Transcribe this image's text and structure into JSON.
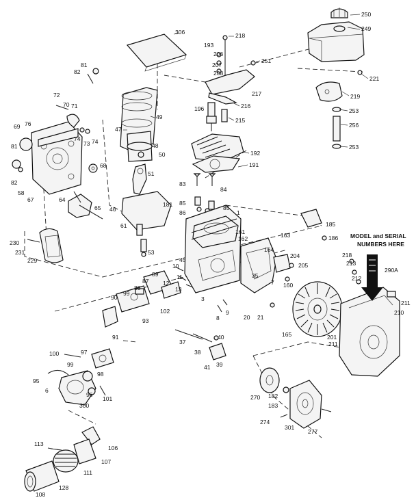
{
  "note": {
    "line1": "MODEL and SERIAL",
    "line2": "NUMBERS HERE"
  },
  "labels": {
    "l250": "250",
    "l249": "249",
    "l306": "306",
    "l218a": "218",
    "l193": "193",
    "l206a": "206",
    "l207": "207",
    "l208": "208",
    "l251": "251",
    "l221": "221",
    "l217": "217",
    "l219": "219",
    "l216": "216",
    "l196": "196",
    "l215": "215",
    "l253a": "253",
    "l256": "256",
    "l253b": "253",
    "l81a": "81",
    "l82a": "82",
    "l72": "72",
    "l70": "70",
    "l71": "71",
    "l49": "49",
    "l47": "47",
    "l73": "73",
    "l74a": "74",
    "l74b": "74",
    "l69": "69",
    "l76": "76",
    "l81b": "81",
    "l82b": "82",
    "l58": "58",
    "l67": "67",
    "l48": "48",
    "l50": "50",
    "l192": "192",
    "l191": "191",
    "l68": "68",
    "l51": "51",
    "l83": "83",
    "l84": "84",
    "l64": "64",
    "l65": "65",
    "l46": "46",
    "l181": "181",
    "l85a": "85",
    "l85b": "85",
    "l86": "86",
    "l1": "1",
    "l185": "185",
    "l186": "186",
    "l61": "61",
    "l161": "161",
    "l162": "162",
    "l163": "163",
    "l230": "230",
    "l231": "231",
    "l229": "229",
    "l53": "53",
    "l45": "45",
    "l164": "164",
    "l204": "204",
    "l205": "205",
    "l218b": "218",
    "l213": "213",
    "l290A": "290A",
    "l10": "10",
    "l11": "11",
    "l89": "89",
    "l12": "12",
    "l87": "87",
    "l88": "88",
    "l13": "13",
    "l99": "99",
    "l90": "90",
    "l35": "35",
    "l7": "7",
    "l160": "160",
    "l212": "212",
    "l211": "211",
    "l210": "210",
    "l102": "102",
    "l3": "3",
    "l8": "8",
    "l9": "9",
    "l20": "20",
    "l21": "21",
    "l93": "93",
    "l91": "91",
    "l165": "165",
    "l201": "201",
    "l37": "37",
    "l40": "40",
    "l38": "38",
    "l211b": "211",
    "l39": "39",
    "l41": "41",
    "l100": "100",
    "l97": "97",
    "l99b": "99",
    "l98": "98",
    "l95": "95",
    "l96": "96",
    "l101": "101",
    "l6": "6",
    "l300": "300",
    "l270": "270",
    "l182": "182",
    "l183": "183",
    "l274": "274",
    "l301": "301",
    "l277": "277",
    "l113": "113",
    "l106": "106",
    "l107": "107",
    "l111": "111",
    "l108": "108",
    "l128": "128"
  }
}
